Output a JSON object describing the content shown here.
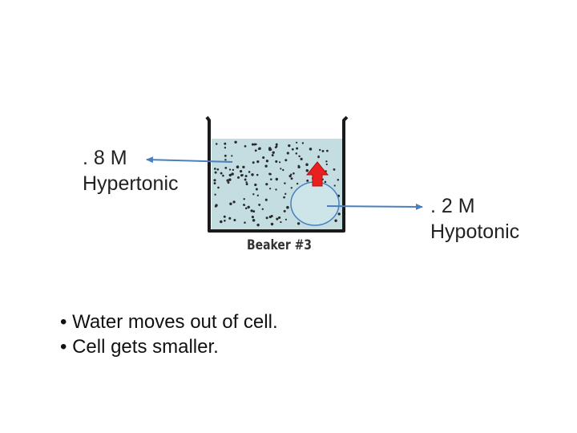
{
  "labels": {
    "left": ". 8 M\nHypertonic",
    "right": ". 2 M\nHypotonic",
    "beaker": "Beaker #3"
  },
  "bullets": [
    "• Water moves out of cell.",
    "• Cell gets smaller."
  ],
  "colors": {
    "water": "#c3dde1",
    "cell_fill": "#cde4e8",
    "cell_outline": "#4a7fbf",
    "arrow_line": "#4a7fbf",
    "up_arrow": "#e82020"
  },
  "icons": {
    "up_arrow": "red-up-arrow-icon"
  }
}
